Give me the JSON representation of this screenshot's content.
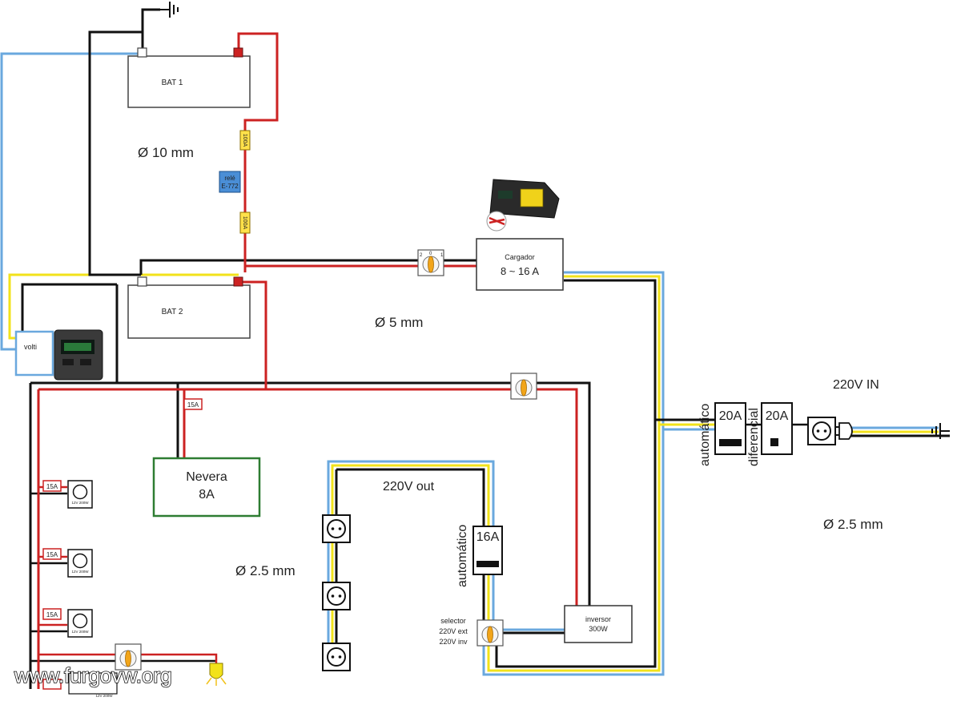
{
  "colors": {
    "positive": "#cc2222",
    "negative": "#111111",
    "ac_blue": "#6aa8de",
    "ac_yellow": "#f2e21a",
    "fuse": "#ffe14a",
    "relay": "#4a8ed6",
    "fridge_border": "#2e7d32"
  },
  "batteries": {
    "bat1": "BAT 1",
    "bat2": "BAT 2"
  },
  "fuses": {
    "f1": "100A",
    "f2": "100A",
    "small": [
      "15A",
      "15A",
      "15A",
      "15A"
    ]
  },
  "relay": {
    "line1": "relé",
    "line2": "E-772"
  },
  "charger": {
    "title": "Cargador",
    "range": "8 ~ 16 A"
  },
  "voltmeter": {
    "label": "volti"
  },
  "fridge": {
    "name": "Nevera",
    "current": "8A"
  },
  "outlets12v": {
    "labels": [
      "12V 200W",
      "12V 200W",
      "12V 200W",
      "12V 200W"
    ]
  },
  "wire_sizes": {
    "w10": "Ø 10 mm",
    "w5": "Ø 5 mm",
    "w25a": "Ø 2.5 mm",
    "w25b": "Ø 2.5 mm"
  },
  "ac_out": {
    "title": "220V out"
  },
  "breaker16": {
    "rating": "16A",
    "type": "automático"
  },
  "selector": {
    "line1": "selector",
    "line2": "220V ext",
    "line3": "220V inv"
  },
  "inverter": {
    "title": "inversor",
    "power": "300W"
  },
  "ac_in": {
    "title": "220V IN",
    "breaker_rating": "20A",
    "breaker_type": "automático",
    "diff_rating": "20A",
    "diff_type": "diferencial"
  },
  "switch_marks": {
    "left": "2",
    "zero": "0",
    "right": "1"
  },
  "watermark": "www.furgovw.org"
}
